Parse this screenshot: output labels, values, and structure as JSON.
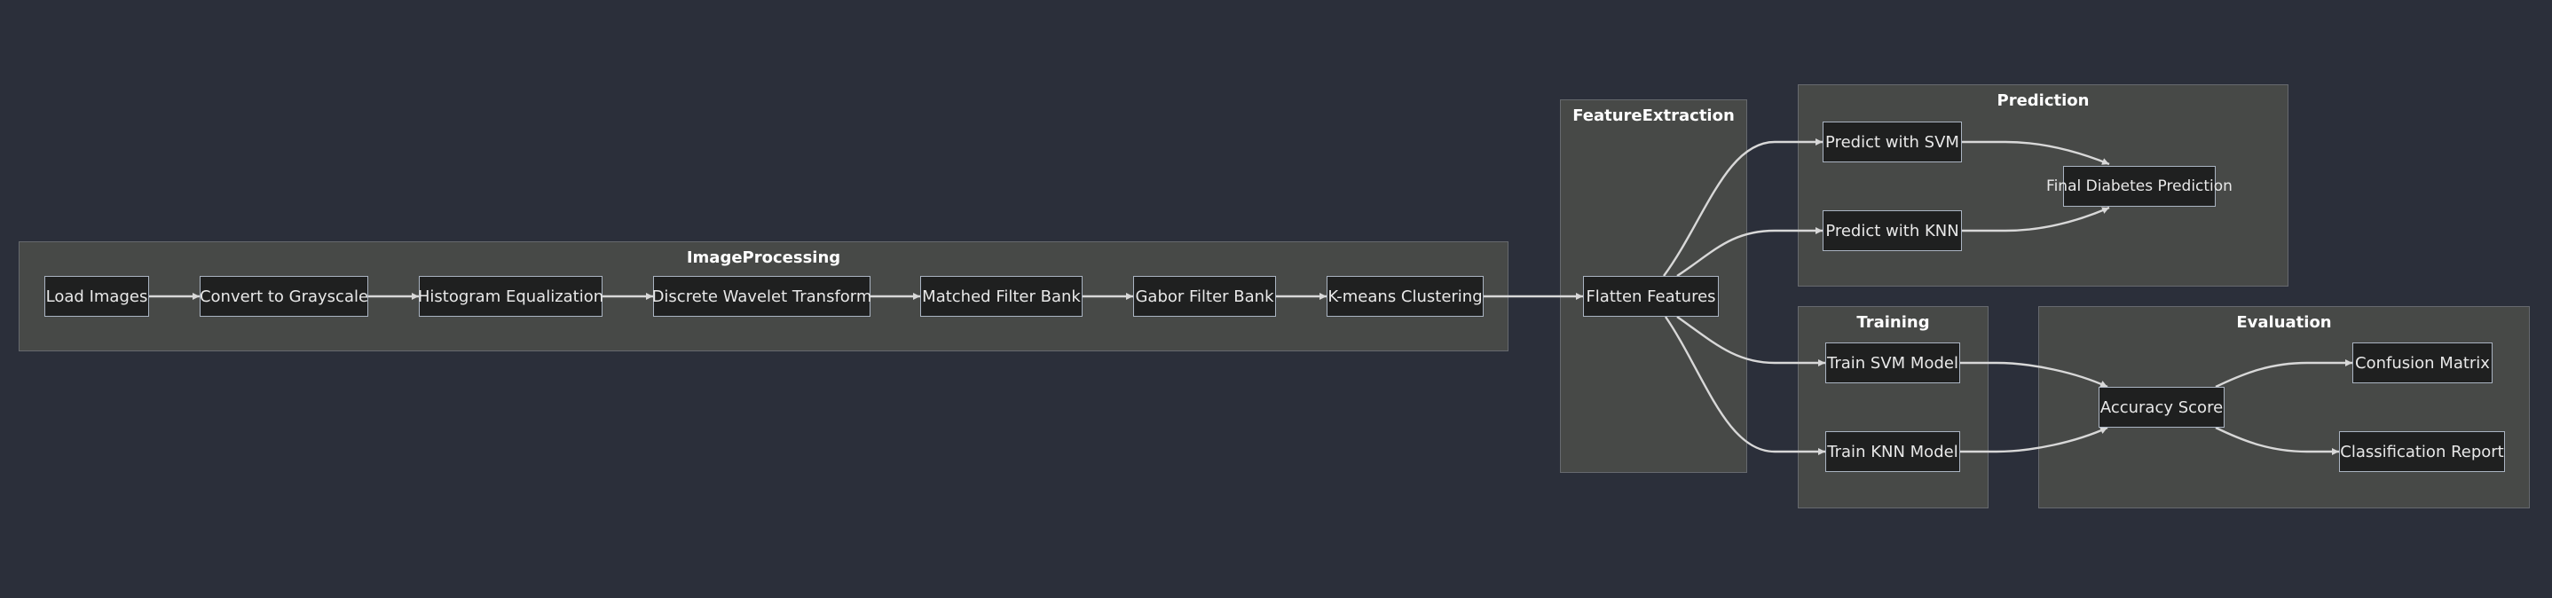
{
  "clusters": {
    "image_processing": "ImageProcessing",
    "feature_extraction": "FeatureExtraction",
    "prediction": "Prediction",
    "training": "Training",
    "evaluation": "Evaluation"
  },
  "nodes": {
    "load_images": "Load Images",
    "grayscale": "Convert to Grayscale",
    "hist_eq": "Histogram Equalization",
    "dwt": "Discrete Wavelet Transform",
    "matched_filter": "Matched Filter Bank",
    "gabor": "Gabor Filter Bank",
    "kmeans": "K-means Clustering",
    "flatten": "Flatten Features",
    "predict_svm": "Predict with SVM",
    "predict_knn": "Predict with KNN",
    "final_prediction": "Final Diabetes Prediction",
    "train_svm": "Train SVM Model",
    "train_knn": "Train KNN Model",
    "accuracy": "Accuracy Score",
    "confusion": "Confusion Matrix",
    "class_report": "Classification Report"
  },
  "colors": {
    "background": "#2b2f3a",
    "cluster_fill": "#474947",
    "node_fill": "#1f2020",
    "node_border": "#aab4c2",
    "edge": "#d8d8d8"
  }
}
